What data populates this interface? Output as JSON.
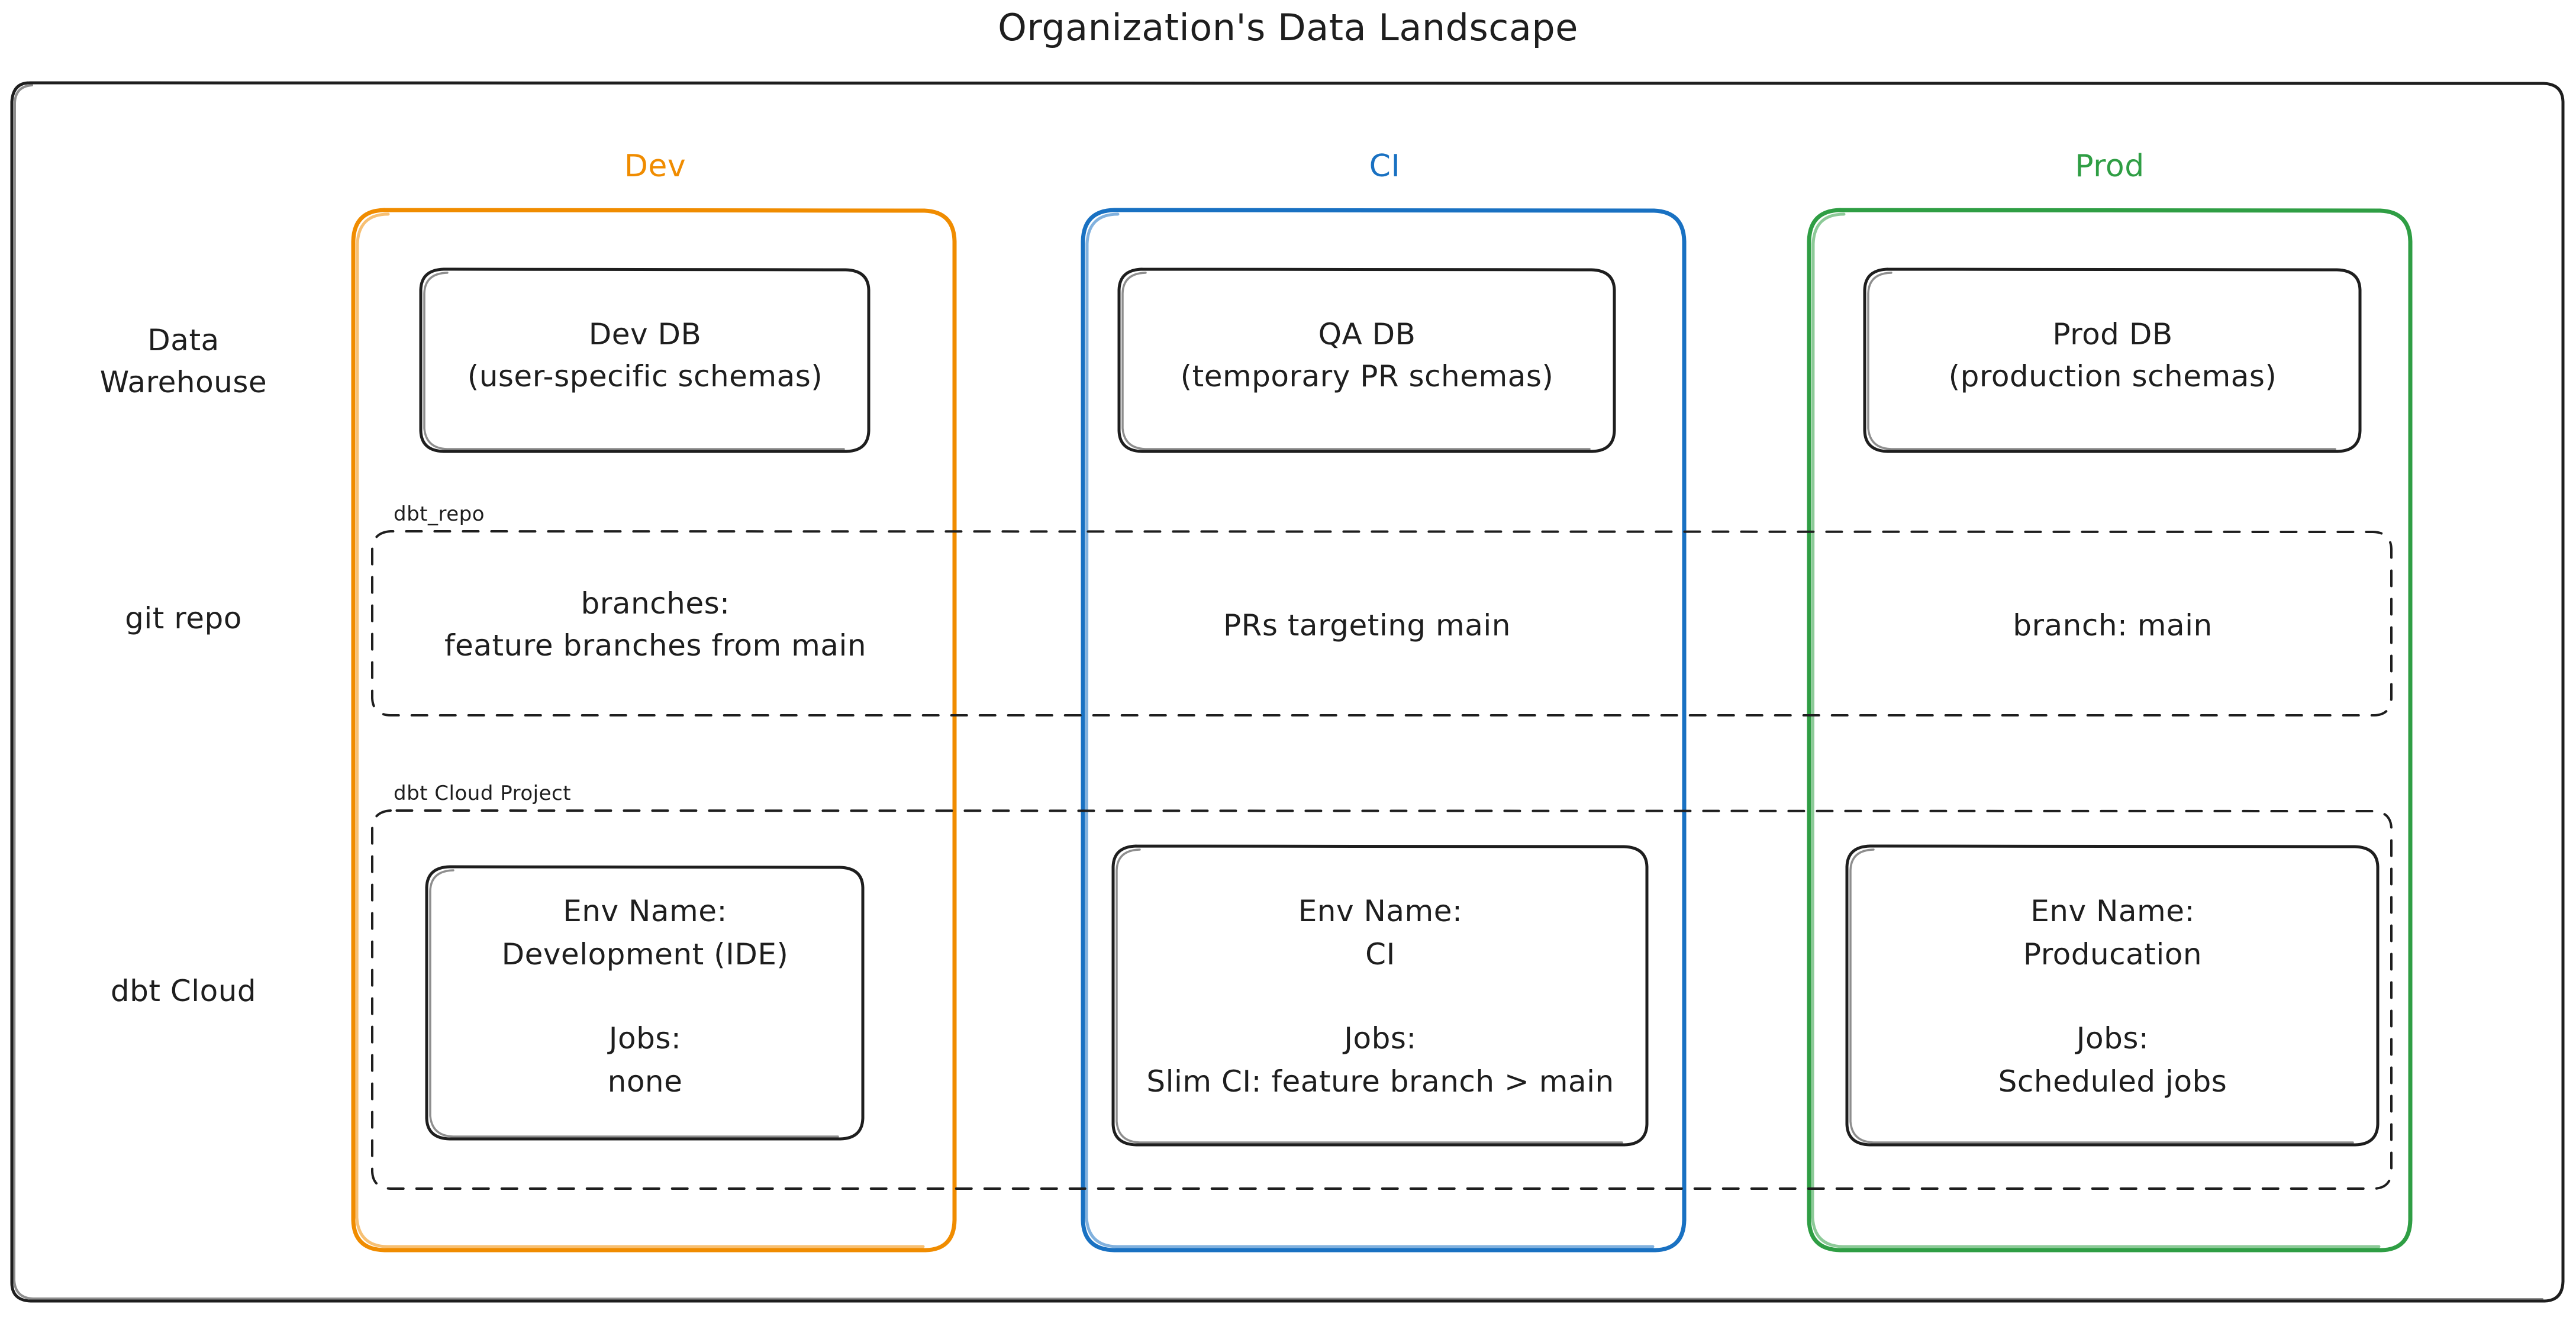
{
  "title": "Organization's Data Landscape",
  "colors": {
    "dev": "#F08C00",
    "ci": "#1971C2",
    "prod": "#2F9E44",
    "ink": "#1e1e1e",
    "background": "#ffffff"
  },
  "columns": [
    {
      "id": "dev",
      "label": "Dev",
      "color": "#F08C00"
    },
    {
      "id": "ci",
      "label": "CI",
      "color": "#1971C2"
    },
    {
      "id": "prod",
      "label": "Prod",
      "color": "#2F9E44"
    }
  ],
  "rows": [
    {
      "id": "data-warehouse",
      "label": "Data\nWarehouse"
    },
    {
      "id": "git-repo",
      "label": "git repo"
    },
    {
      "id": "dbt-cloud",
      "label": "dbt Cloud"
    }
  ],
  "groups": [
    {
      "id": "dbt-repo",
      "label": "dbt_repo"
    },
    {
      "id": "dbt-cloud-project",
      "label": "dbt Cloud Project"
    }
  ],
  "cells": {
    "warehouse": [
      {
        "column": "dev",
        "text": "Dev DB\n(user-specific schemas)"
      },
      {
        "column": "ci",
        "text": "QA DB\n(temporary PR schemas)"
      },
      {
        "column": "prod",
        "text": "Prod DB\n(production schemas)"
      }
    ],
    "git": [
      {
        "column": "dev",
        "text": "branches:\nfeature branches from main"
      },
      {
        "column": "ci",
        "text": "PRs targeting main"
      },
      {
        "column": "prod",
        "text": "branch: main"
      }
    ],
    "dbt_cloud": [
      {
        "column": "dev",
        "env_label": "Env Name:",
        "env_value": "Development (IDE)",
        "jobs_label": "Jobs:",
        "jobs_value": "none"
      },
      {
        "column": "ci",
        "env_label": "Env Name:",
        "env_value": "CI",
        "jobs_label": "Jobs:",
        "jobs_value": "Slim CI: feature branch > main"
      },
      {
        "column": "prod",
        "env_label": "Env Name:",
        "env_value": "Producation",
        "jobs_label": "Jobs:",
        "jobs_value": "Scheduled jobs"
      }
    ]
  }
}
